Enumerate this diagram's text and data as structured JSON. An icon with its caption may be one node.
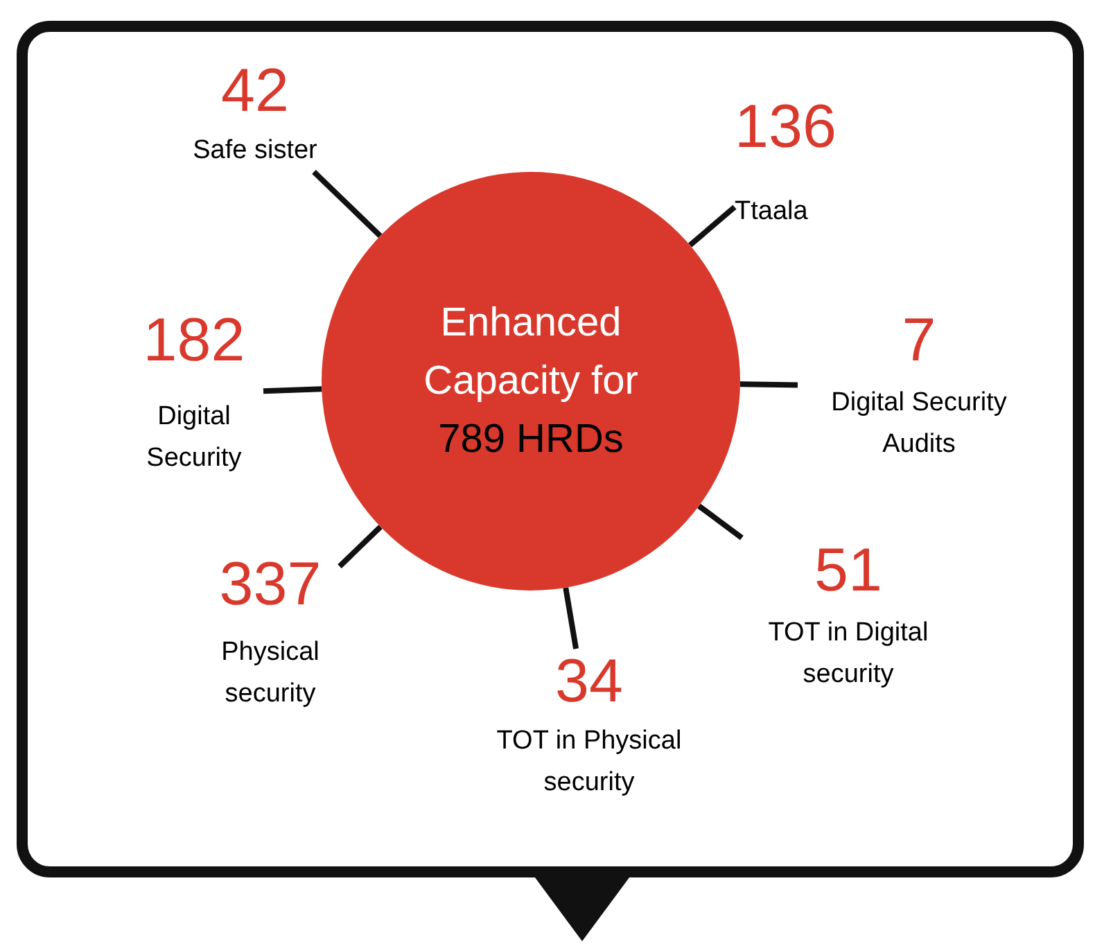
{
  "diagram": {
    "nodes": [
      {
        "text": [
          "Enhanced Capacity for",
          "789 HRDs"
        ]
      },
      {
        "text": [
          "42",
          "Safe sister"
        ]
      },
      {
        "text": [
          "136",
          "Ttaala"
        ]
      },
      {
        "text": [
          "182",
          "Digital Security"
        ]
      },
      {
        "text": [
          "7",
          "Digital Security Audits"
        ]
      },
      {
        "text": [
          "337",
          "Physical security"
        ]
      },
      {
        "text": [
          "51",
          "TOT in Digital security"
        ]
      },
      {
        "text": [
          "34",
          "TOT in Physical security"
        ]
      }
    ],
    "edges": [
      {
        "from": 0,
        "to": 1,
        "arrow": "none"
      },
      {
        "from": 0,
        "to": 2,
        "arrow": "none"
      },
      {
        "from": 0,
        "to": 3,
        "arrow": "none"
      },
      {
        "from": 0,
        "to": 4,
        "arrow": "none"
      },
      {
        "from": 0,
        "to": 5,
        "arrow": "none"
      },
      {
        "from": 0,
        "to": 6,
        "arrow": "none"
      },
      {
        "from": 0,
        "to": 7,
        "arrow": "none"
      }
    ]
  }
}
